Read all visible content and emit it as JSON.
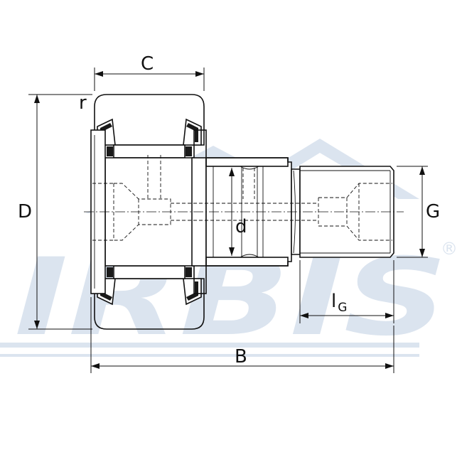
{
  "watermark": {
    "text": "IRBIS",
    "registered_mark": "®",
    "color": "#dbe4ef"
  },
  "dimensions": {
    "width_outer_ring": "C",
    "corner_radius": "r",
    "outer_diameter": "D",
    "stud_diameter": "d",
    "thread_size": "G",
    "thread_length_main": "l",
    "thread_length_sub": "G",
    "total_length": "B"
  }
}
